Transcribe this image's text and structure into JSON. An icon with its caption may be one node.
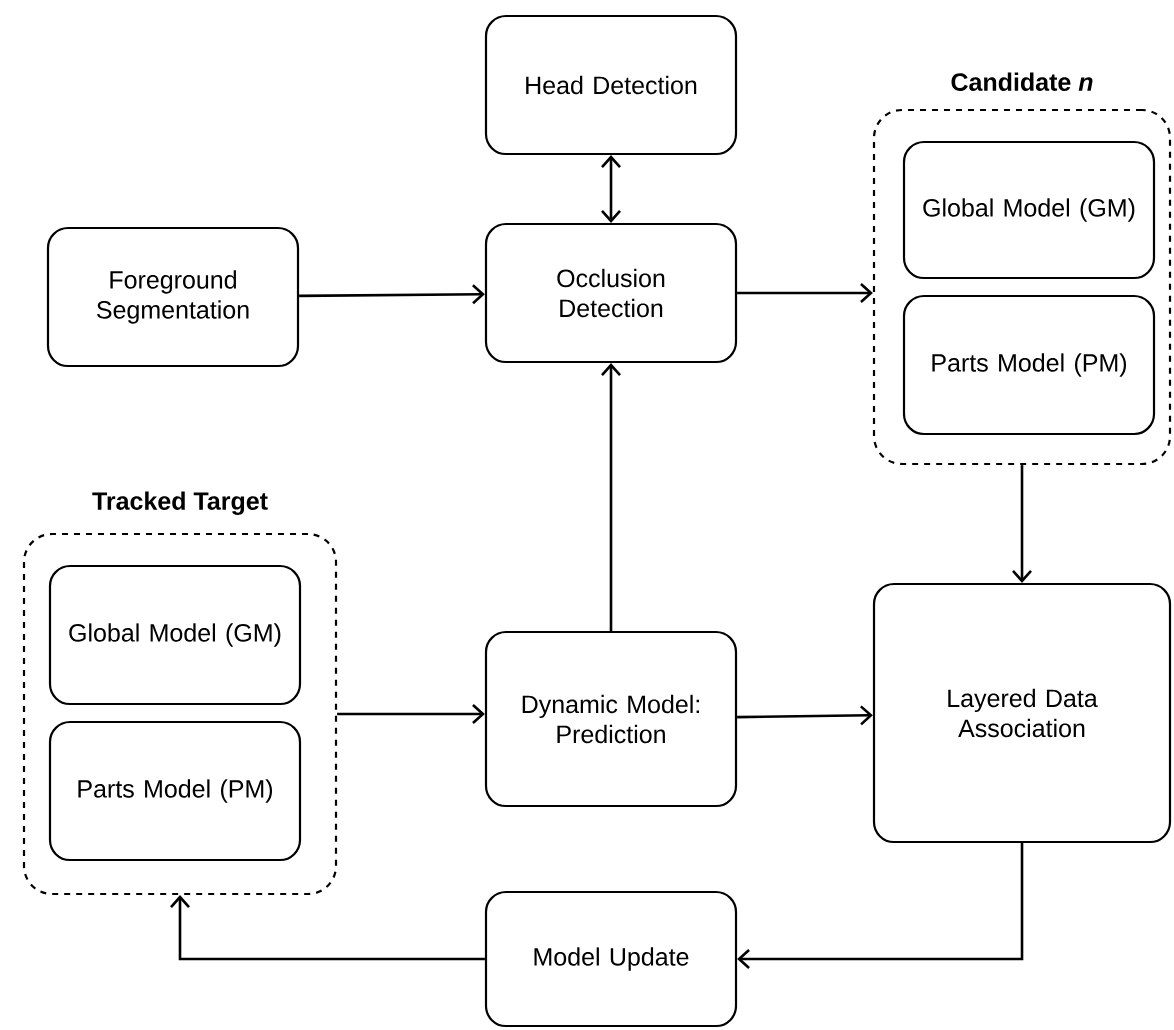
{
  "diagram": {
    "nodes": [
      {
        "text": [
          "Head Detection"
        ]
      },
      {
        "text": [
          "Foreground Segmentation"
        ]
      },
      {
        "text": [
          "Occlusion Detection"
        ]
      },
      {
        "text": [
          "Candidate *n*"
        ]
      },
      {
        "text": [
          "Global Model (GM)"
        ],
        "in": 3
      },
      {
        "text": [
          "Parts Model (PM)"
        ],
        "in": 3
      },
      {
        "text": [
          "Tracked Target"
        ]
      },
      {
        "text": [
          "Global Model (GM)"
        ],
        "in": 6
      },
      {
        "text": [
          "Parts Model (PM)"
        ],
        "in": 6
      },
      {
        "text": [
          "Dynamic Model: Prediction"
        ]
      },
      {
        "text": [
          "Layered Data Association"
        ]
      },
      {
        "text": [
          "Model Update"
        ]
      }
    ],
    "edges": [
      {
        "from": 0,
        "to": 2,
        "arrow": "both"
      },
      {
        "from": 1,
        "to": 2,
        "arrow": "to"
      },
      {
        "from": 2,
        "to": 3,
        "arrow": "to"
      },
      {
        "from": 3,
        "to": 10,
        "arrow": "to"
      },
      {
        "from": 9,
        "to": 2,
        "arrow": "to"
      },
      {
        "from": 6,
        "to": 9,
        "arrow": "to"
      },
      {
        "from": 9,
        "to": 10,
        "arrow": "to"
      },
      {
        "from": 10,
        "to": 11,
        "arrow": "to"
      },
      {
        "from": 11,
        "to": 6,
        "arrow": "to"
      }
    ]
  }
}
